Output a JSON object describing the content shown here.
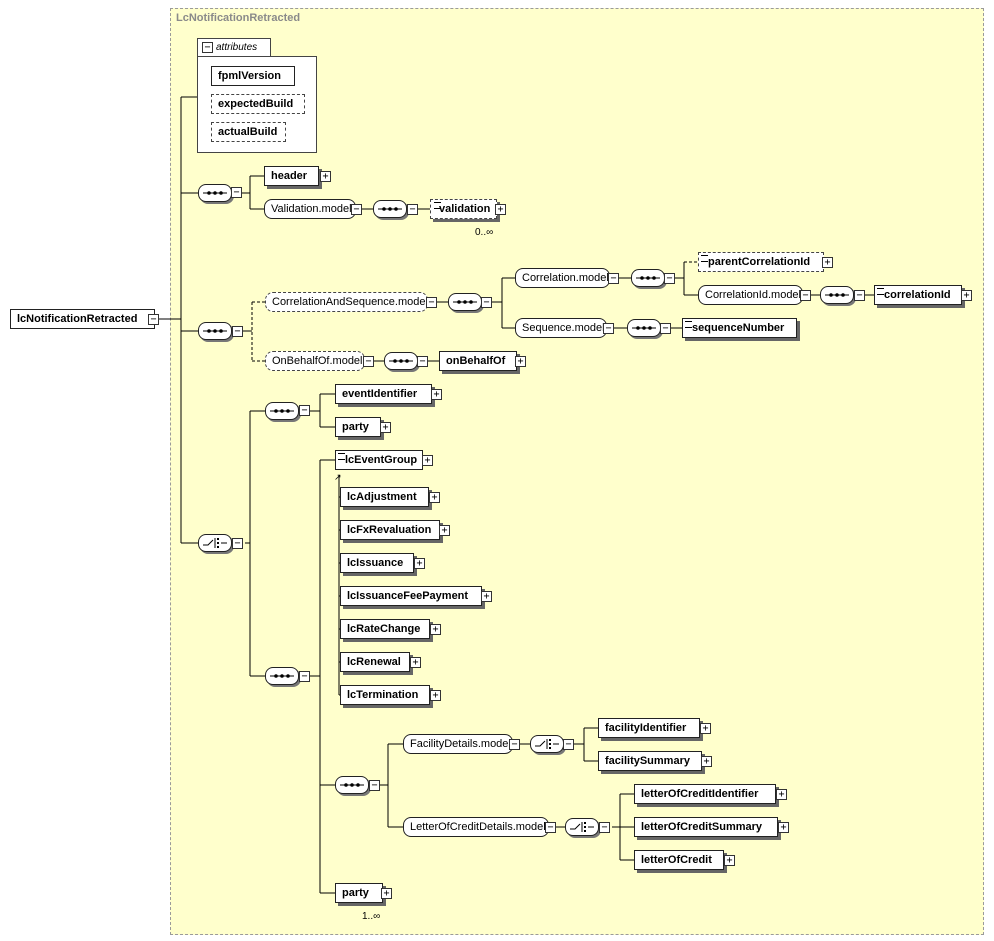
{
  "diagram": {
    "title": "LcNotificationRetracted",
    "root": "lcNotificationRetracted",
    "attributes_label": "attributes",
    "attributes": [
      "fpmlVersion",
      "expectedBuild",
      "actualBuild"
    ],
    "header": "header",
    "validation_model": "Validation.model",
    "validation": "validation",
    "validation_occurs": "0..∞",
    "correlation_and_sequence_model": "CorrelationAndSequence.model",
    "correlation_model": "Correlation.model",
    "parent_correlation_id": "parentCorrelationId",
    "correlation_id_model": "CorrelationId.model",
    "correlation_id": "correlationId",
    "sequence_model": "Sequence.model",
    "sequence_number": "sequenceNumber",
    "on_behalf_of_model": "OnBehalfOf.model",
    "on_behalf_of": "onBehalfOf",
    "event_identifier": "eventIdentifier",
    "party": "party",
    "lc_event_group": "lcEventGroup",
    "lc_events": [
      "lcAdjustment",
      "lcFxRevaluation",
      "lcIssuance",
      "lcIssuanceFeePayment",
      "lcRateChange",
      "lcRenewal",
      "lcTermination"
    ],
    "facility_details_model": "FacilityDetails.model",
    "facility_identifier": "facilityIdentifier",
    "facility_summary": "facilitySummary",
    "letter_of_credit_details_model": "LetterOfCreditDetails.model",
    "letter_of_credit_identifier": "letterOfCreditIdentifier",
    "letter_of_credit_summary": "letterOfCreditSummary",
    "letter_of_credit": "letterOfCredit",
    "party_bottom": "party",
    "party_occurs": "1..∞"
  }
}
